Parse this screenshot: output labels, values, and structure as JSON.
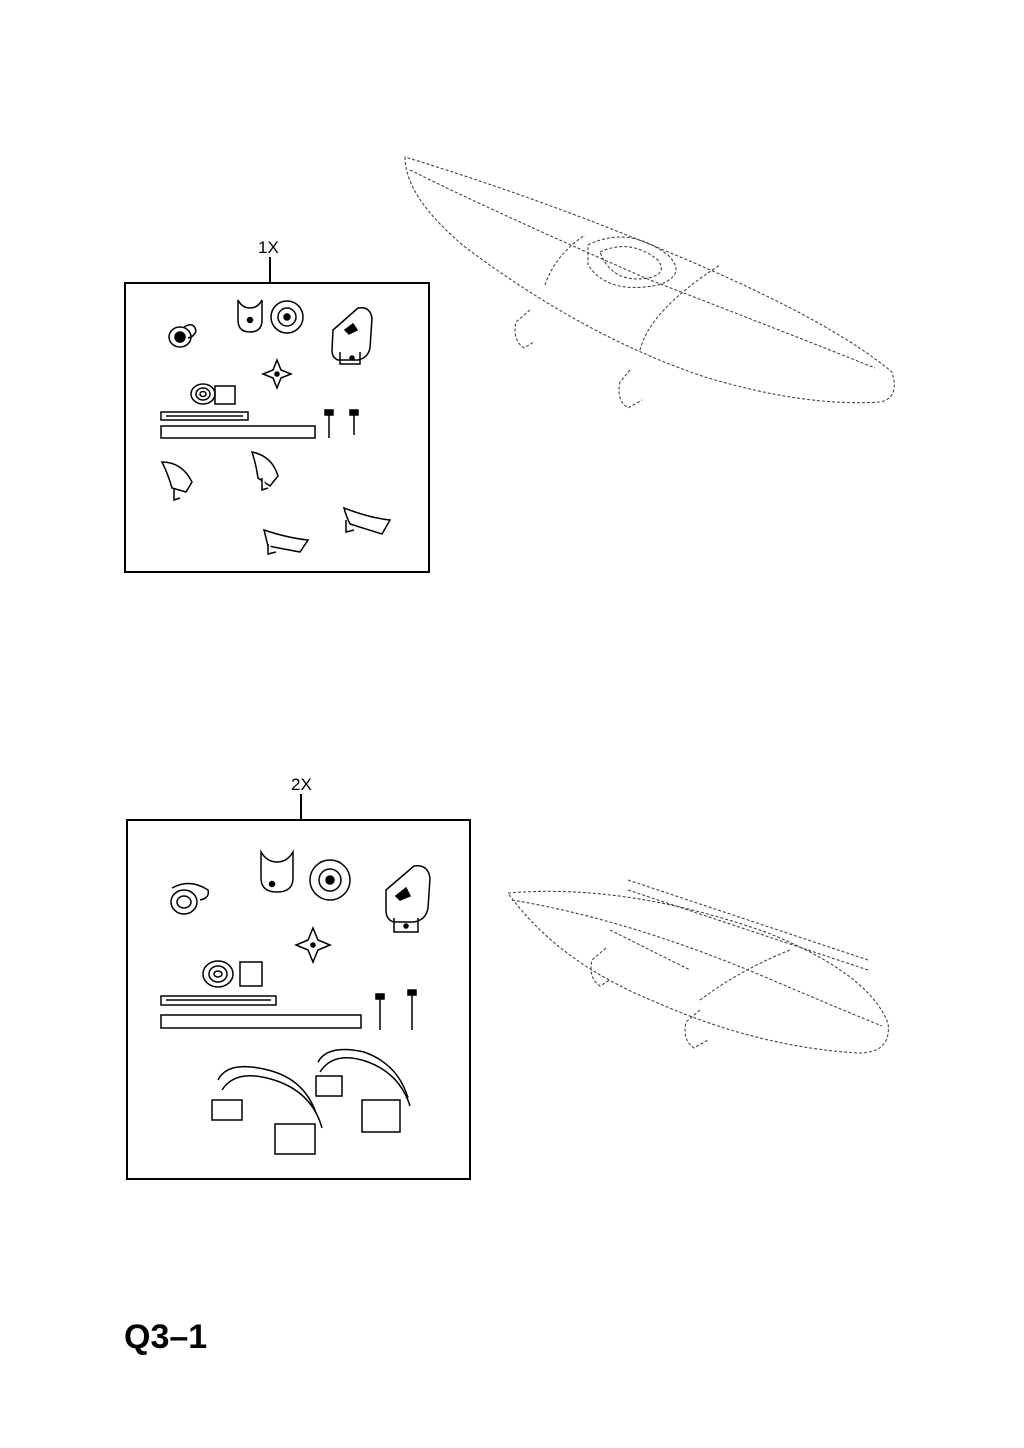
{
  "diagram": {
    "page_code": "Q3–1",
    "kits": [
      {
        "label": "1X"
      },
      {
        "label": "2X"
      }
    ]
  }
}
